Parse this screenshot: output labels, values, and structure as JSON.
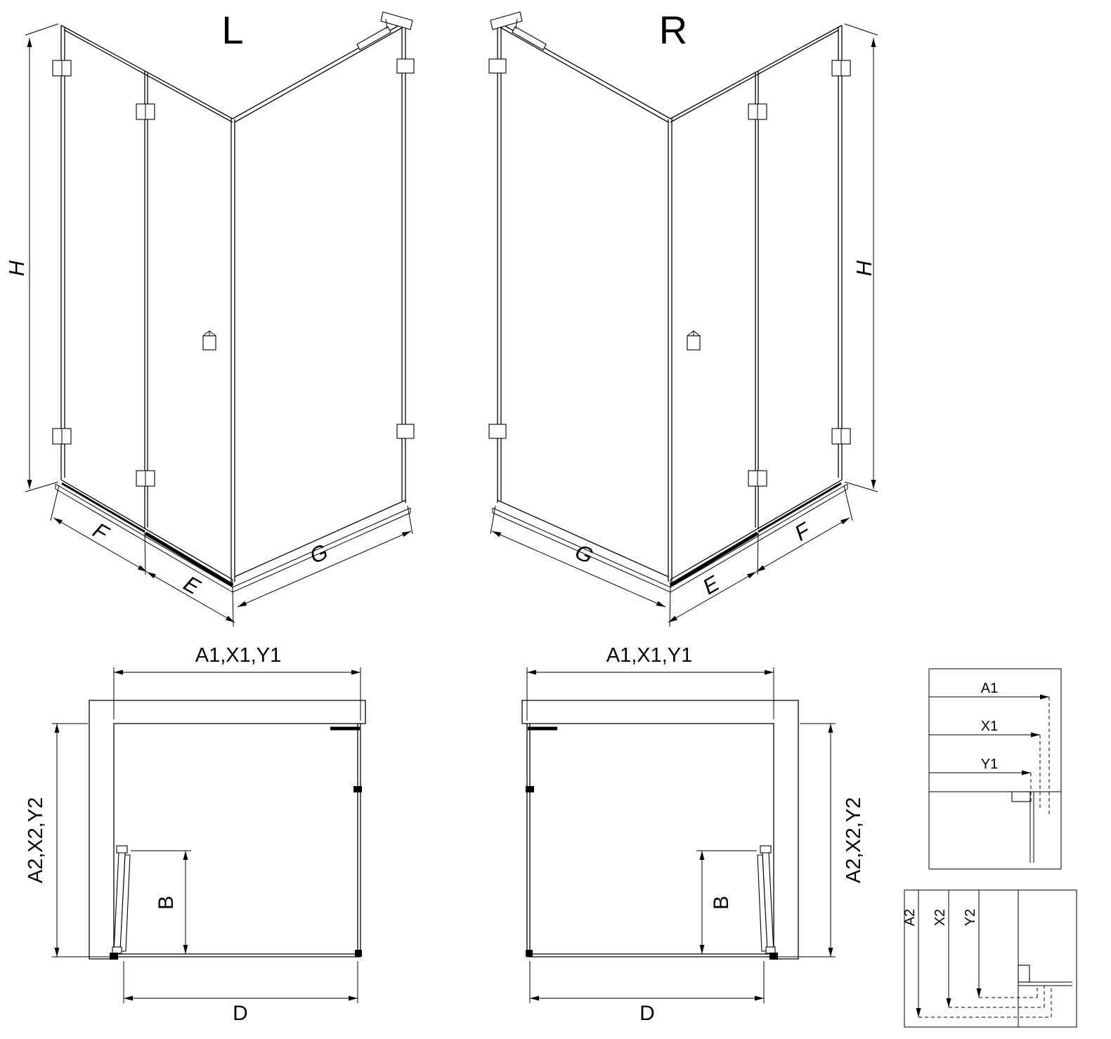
{
  "drawing": {
    "background": "#ffffff",
    "stroke": "#000000"
  },
  "iso_left": {
    "label": "L",
    "dim_height": "H",
    "dim_front": "F",
    "dim_door": "E",
    "dim_side": "G"
  },
  "iso_right": {
    "label": "R",
    "dim_height": "H",
    "dim_front": "F",
    "dim_door": "E",
    "dim_side": "G"
  },
  "plan_left": {
    "dim_top": "A1,X1,Y1",
    "dim_side": "A2,X2,Y2",
    "dim_door": "B",
    "dim_bottom": "D"
  },
  "plan_right": {
    "dim_top": "A1,X1,Y1",
    "dim_side": "A2,X2,Y2",
    "dim_door": "B",
    "dim_bottom": "D"
  },
  "detail_horizontal": {
    "rows": [
      "A1",
      "X1",
      "Y1"
    ]
  },
  "detail_vertical": {
    "rows": [
      "A2",
      "X2",
      "Y2"
    ]
  }
}
